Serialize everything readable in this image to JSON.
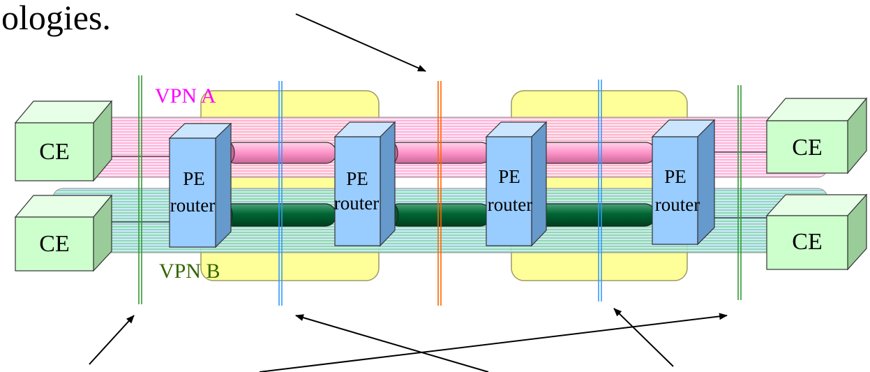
{
  "heading_fragment": "ologies.",
  "vpn_labels": {
    "a": "VPN A",
    "b": "VPN B"
  },
  "ce_label": "CE",
  "pe_label_line1": "PE",
  "pe_label_line2": "router",
  "colors": {
    "vpn_a_text": "#ff00ff",
    "vpn_b_text": "#336600",
    "provider_box": "#ffff99",
    "ce_front": "#ccffcc",
    "ce_side": "#99cc99",
    "pe_front": "#99ccff",
    "pe_side": "#6699cc",
    "pink_tunnel": "#ff99cc",
    "green_tunnel": "#006633",
    "pink_band": "#ff99cc",
    "teal_band": "#66cc99",
    "green_line": "#339933",
    "blue_line": "#3399ff",
    "orange_line": "#ff6600",
    "arrow": "#000000"
  }
}
